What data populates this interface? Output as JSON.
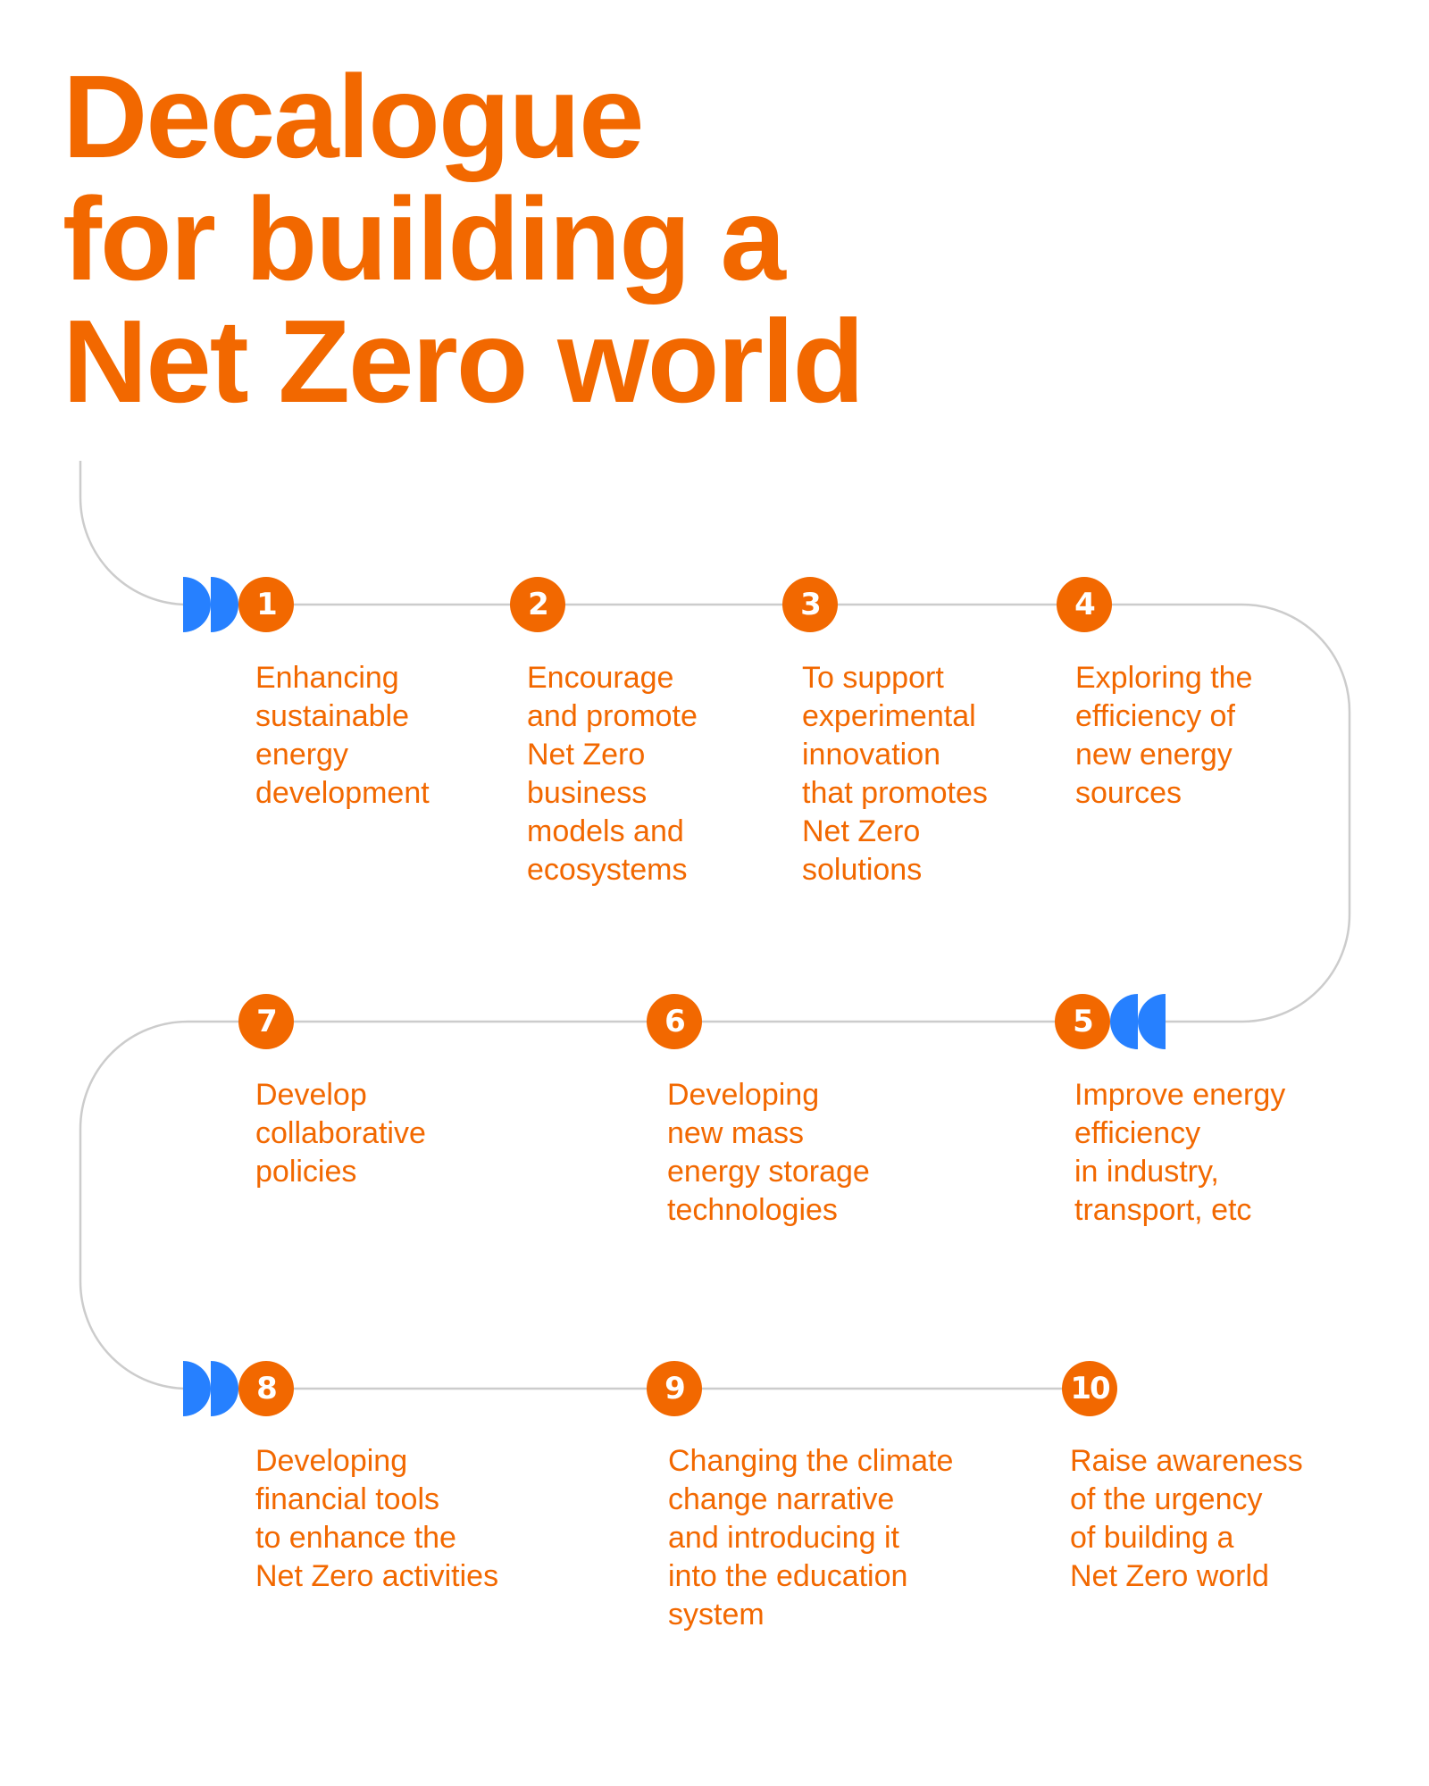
{
  "title": {
    "lines": [
      "Decalogue",
      "for building a",
      "Net Zero world"
    ]
  },
  "colors": {
    "accent": "#F26800",
    "marker_blue": "#2680FF",
    "path_line": "#CCCCCC",
    "background": "#FFFFFF"
  },
  "steps": [
    {
      "number": "1",
      "lines": [
        "Enhancing",
        "sustainable",
        "energy",
        "development"
      ]
    },
    {
      "number": "2",
      "lines": [
        "Encourage",
        "and promote",
        "Net Zero",
        "business",
        "models and",
        "ecosystems"
      ]
    },
    {
      "number": "3",
      "lines": [
        "To support",
        "experimental",
        "innovation",
        "that promotes",
        "Net Zero",
        "solutions"
      ]
    },
    {
      "number": "4",
      "lines": [
        "Exploring the",
        "efficiency of",
        "new energy",
        "sources"
      ]
    },
    {
      "number": "5",
      "lines": [
        "Improve energy",
        "efficiency",
        "in industry,",
        "transport, etc"
      ]
    },
    {
      "number": "6",
      "lines": [
        "Developing",
        "new mass",
        "energy storage",
        "technologies"
      ]
    },
    {
      "number": "7",
      "lines": [
        "Develop",
        "collaborative",
        "policies"
      ]
    },
    {
      "number": "8",
      "lines": [
        "Developing",
        "financial tools",
        "to enhance the",
        "Net Zero activities"
      ]
    },
    {
      "number": "9",
      "lines": [
        "Changing the climate",
        "change narrative",
        "and introducing it",
        "into the education",
        "system"
      ]
    },
    {
      "number": "10",
      "lines": [
        "Raise awareness",
        "of the urgency",
        "of building a",
        "Net Zero world"
      ]
    }
  ],
  "icons": {
    "row_start_marker": "double-half-circle-right",
    "row_turn_marker": "double-half-circle-left"
  }
}
